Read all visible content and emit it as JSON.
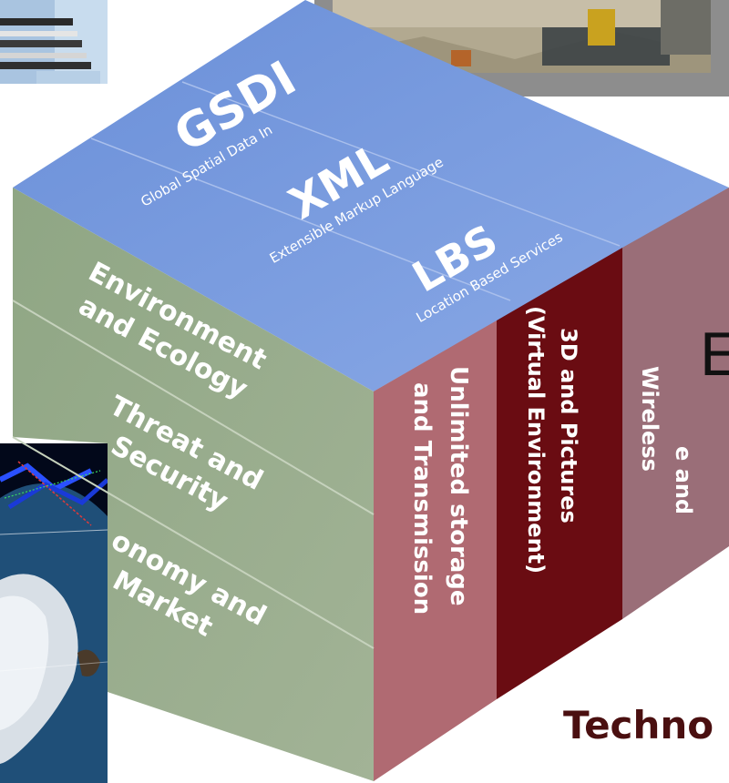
{
  "cube": {
    "top_face": [
      {
        "acronym": "GSDI",
        "subtitle": "Global Spatial Data In"
      },
      {
        "acronym": "XML",
        "subtitle": "Extensible Markup Language"
      },
      {
        "acronym": "LBS",
        "subtitle": "Location Based Services"
      }
    ],
    "left_face": [
      {
        "line1": "Environment",
        "line2": "and Ecology"
      },
      {
        "line1": "Threat and",
        "line2": "Security"
      },
      {
        "line1": "onomy and",
        "line2": "Market"
      }
    ],
    "right_face": [
      {
        "line1": "Unlimited storage",
        "line2": "and Transmission",
        "color": "#b06a72"
      },
      {
        "line1": "3D and Pictures",
        "line2": "(Virtual Environment)",
        "color": "#6a0c12"
      },
      {
        "line1": "e and",
        "line2": "Wireless",
        "color": "#9a6e78"
      }
    ]
  },
  "overlay": {
    "panel_text": "E",
    "technology_label": "Techno"
  },
  "colors": {
    "top_face": "#7d9fe0",
    "left_face": "#95a88a",
    "right_face_pink": "#b06a72",
    "right_face_dark": "#6a0c12",
    "technology_text": "#4a0f10",
    "gray_panel": "#7f7f7f"
  }
}
